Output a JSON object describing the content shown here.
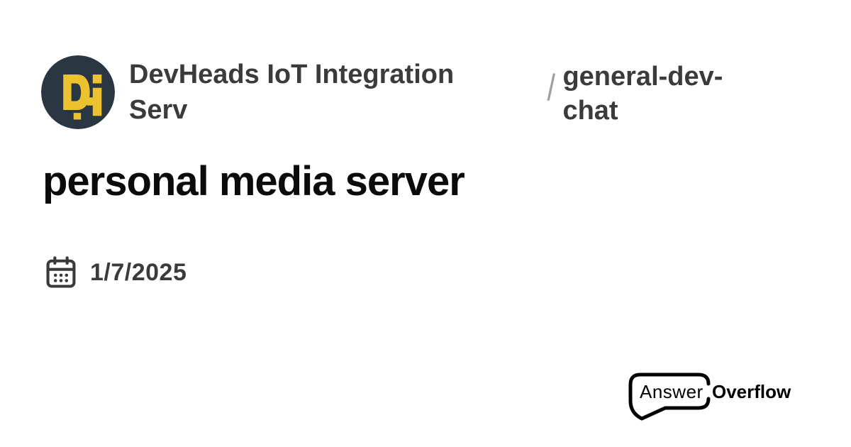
{
  "header": {
    "community": {
      "name": "DevHeads IoT Integration Serv",
      "avatar_monogram": "DH"
    },
    "channel": {
      "separator": "/",
      "name": "general-dev-chat"
    }
  },
  "post": {
    "title": "personal media server",
    "date": "1/7/2025"
  },
  "branding": {
    "name_regular": "Answer",
    "name_bold": "Overflow"
  },
  "icons": {
    "avatar": "devheads-logo-icon",
    "date": "calendar-icon",
    "branding": "speech-bubble-icon"
  },
  "colors": {
    "background": "#ffffff",
    "text_primary": "#0b0b0b",
    "text_secondary": "#3b3b3b",
    "slash": "#9e9e9e",
    "avatar_background": "#2a3642",
    "avatar_monogram": "#ecc231",
    "logo_ink": "#000000"
  }
}
